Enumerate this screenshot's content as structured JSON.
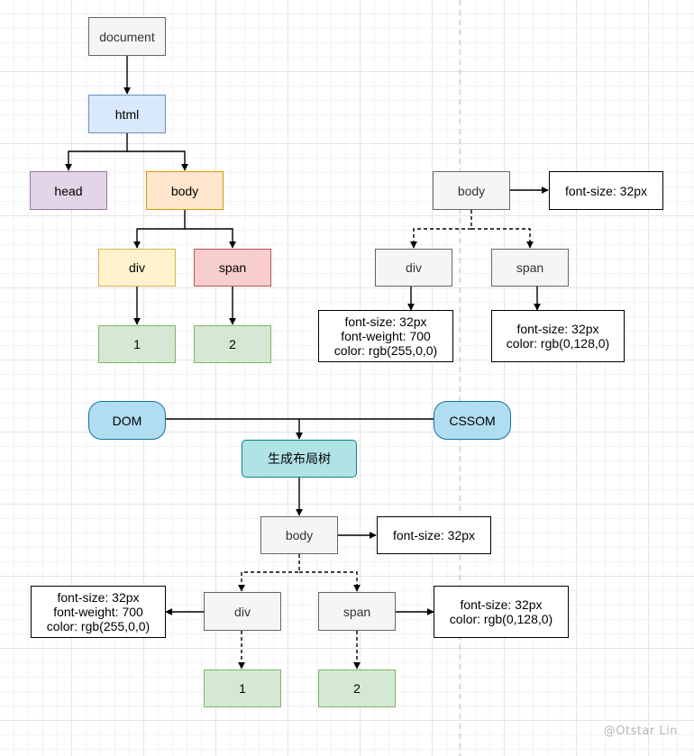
{
  "colors": {
    "edge": "#000000",
    "divider": "#bbbbbb"
  },
  "dom_tree": {
    "document": "document",
    "html": "html",
    "head": "head",
    "body": "body",
    "div": "div",
    "span": "span",
    "text_1": "1",
    "text_2": "2"
  },
  "cssom_tree": {
    "body": "body",
    "body_style": "font-size: 32px",
    "div": "div",
    "div_style": "font-size: 32px\nfont-weight: 700\ncolor: rgb(255,0,0)",
    "span": "span",
    "span_style": "font-size: 32px\ncolor: rgb(0,128,0)"
  },
  "merge": {
    "dom": "DOM",
    "cssom": "CSSOM",
    "step": "生成布局树"
  },
  "render_tree": {
    "body": "body",
    "body_style": "font-size: 32px",
    "div": "div",
    "div_style": "font-size: 32px\nfont-weight: 700\ncolor: rgb(255,0,0)",
    "span": "span",
    "span_style": "font-size: 32px\ncolor: rgb(0,128,0)",
    "text_1": "1",
    "text_2": "2"
  },
  "watermark": "@Otstar Lin"
}
